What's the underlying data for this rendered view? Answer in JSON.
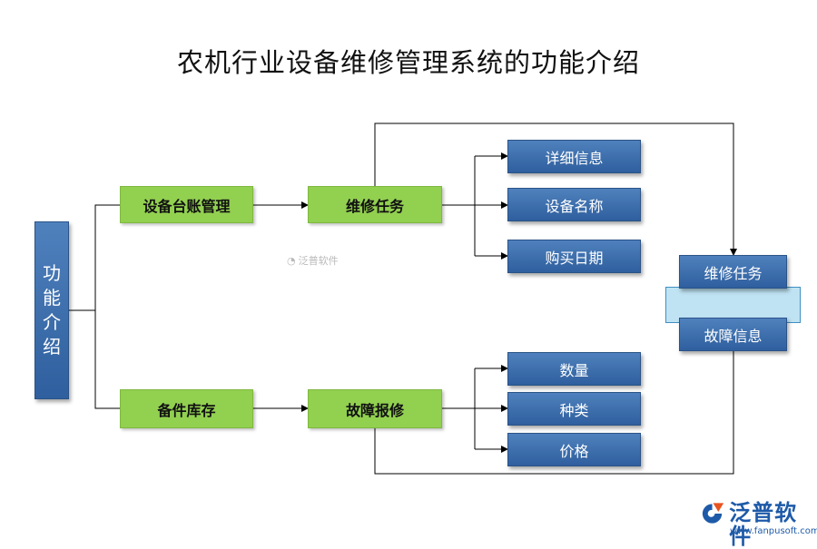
{
  "title": "农机行业设备维修管理系统的功能介绍",
  "root": [
    "功",
    "能",
    "介",
    "绍"
  ],
  "level1": {
    "top": "设备台账管理",
    "bottom": "备件库存"
  },
  "level2": {
    "top": "维修任务",
    "bottom": "故障报修"
  },
  "top_details": [
    "详细信息",
    "设备名称",
    "购买日期"
  ],
  "bottom_details": [
    "数量",
    "种类",
    "价格"
  ],
  "side": {
    "top": "维修任务",
    "bottom": "故障信息"
  },
  "watermark": "泛普软件",
  "logo": {
    "name": "泛普软件",
    "url": "www.fanpusoft.com"
  },
  "colors": {
    "blue_box": "#3b6cae",
    "green_box": "#92d050",
    "side_panel": "#bfe3f3"
  }
}
